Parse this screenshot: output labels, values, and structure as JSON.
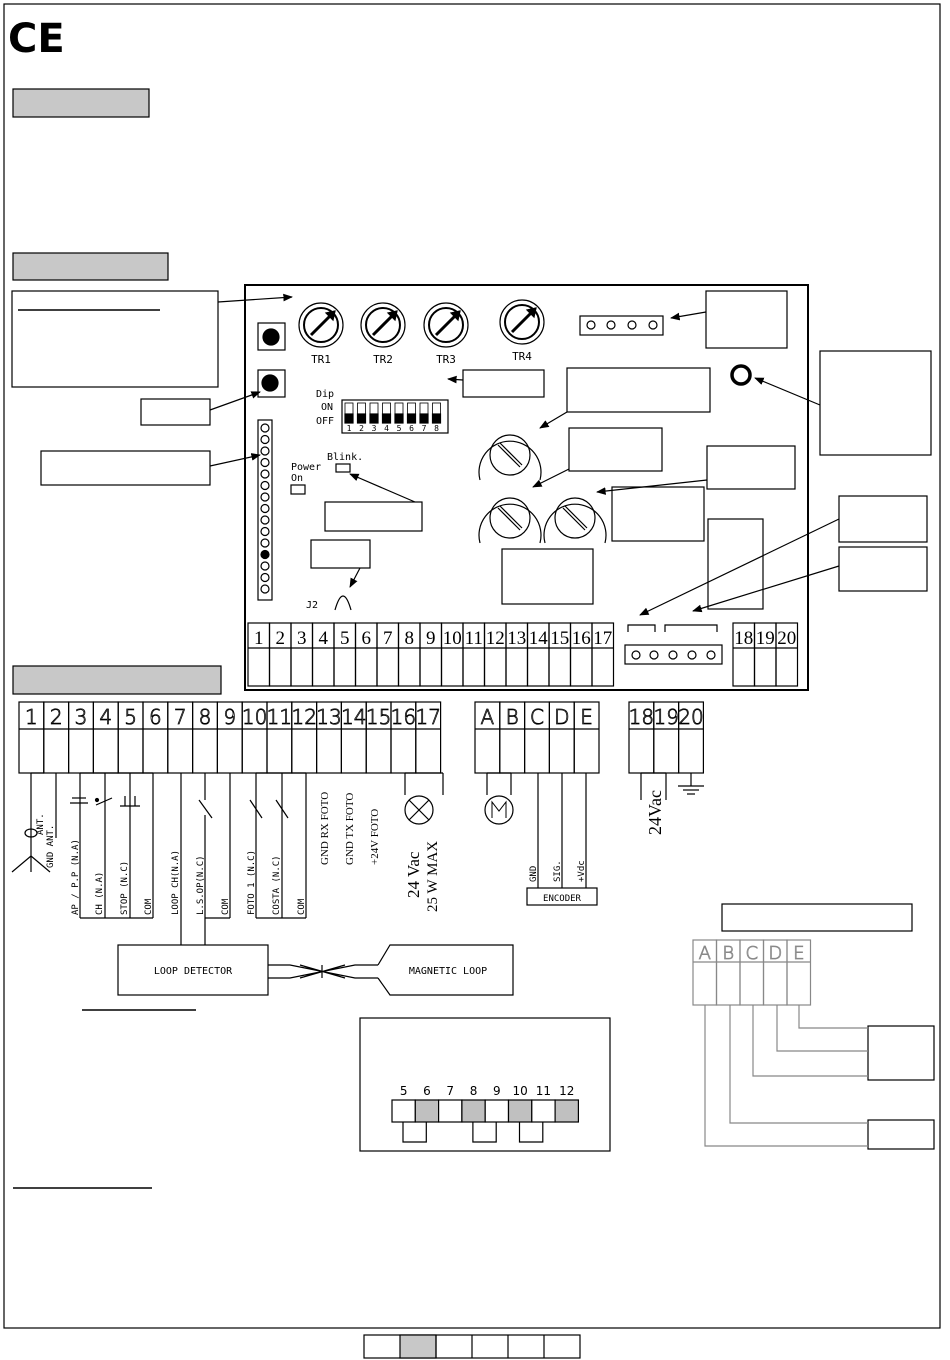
{
  "ce_mark": "CE",
  "trimmers": [
    "TR1",
    "TR2",
    "TR3",
    "TR4"
  ],
  "dip": {
    "label_top": "Dip",
    "label_on": "ON",
    "label_off": "OFF",
    "numbers": [
      "1",
      "2",
      "3",
      "4",
      "5",
      "6",
      "7",
      "8"
    ]
  },
  "board_labels": {
    "blink": "Blink.",
    "power": "Power",
    "on": "On",
    "jumper": "J2"
  },
  "board_terminals": [
    "1",
    "2",
    "3",
    "4",
    "5",
    "6",
    "7",
    "8",
    "9",
    "10",
    "11",
    "12",
    "13",
    "14",
    "15",
    "16",
    "17"
  ],
  "board_terminals_right": [
    "18",
    "19",
    "20"
  ],
  "terminals_main": [
    "1",
    "2",
    "3",
    "4",
    "5",
    "6",
    "7",
    "8",
    "9",
    "10",
    "11",
    "12",
    "13",
    "14",
    "15",
    "16",
    "17"
  ],
  "terminals_enc": [
    "A",
    "B",
    "C",
    "D",
    "E"
  ],
  "terminals_power": [
    "18",
    "19",
    "20"
  ],
  "wire_labels": {
    "ant": "ANT.",
    "gnd_ant": "GND ANT.",
    "ap_pp": "AP / P.P (N.A)",
    "ch": "CH (N.A)",
    "stop": "STOP (N.C)",
    "com1": "COM",
    "loop_ch": "LOOP CH(N.A)",
    "lsop": "L.S.OP(N.C)",
    "com2": "COM",
    "foto1": "FOTO 1 (N.C)",
    "costa": "COSTA (N.C)",
    "com3": "COM",
    "gnd_rx": "GND RX FOTO",
    "gnd_tx": "GND TX FOTO",
    "v24_foto": "+24V FOTO",
    "lamp_v": "24 Vac",
    "lamp_w": "25 W MAX",
    "enc_gnd": "GND",
    "enc_sig": "SIG.",
    "enc_vdc": "+Vdc",
    "encoder": "ENCODER",
    "power_24": "24Vac"
  },
  "loop_detector": "LOOP DETECTOR",
  "magnetic_loop": "MAGNETIC LOOP",
  "jumper_numbers": [
    "5",
    "6",
    "7",
    "8",
    "9",
    "10",
    "11",
    "12"
  ],
  "enc_side_letters": [
    "A",
    "B",
    "C",
    "D",
    "E"
  ]
}
